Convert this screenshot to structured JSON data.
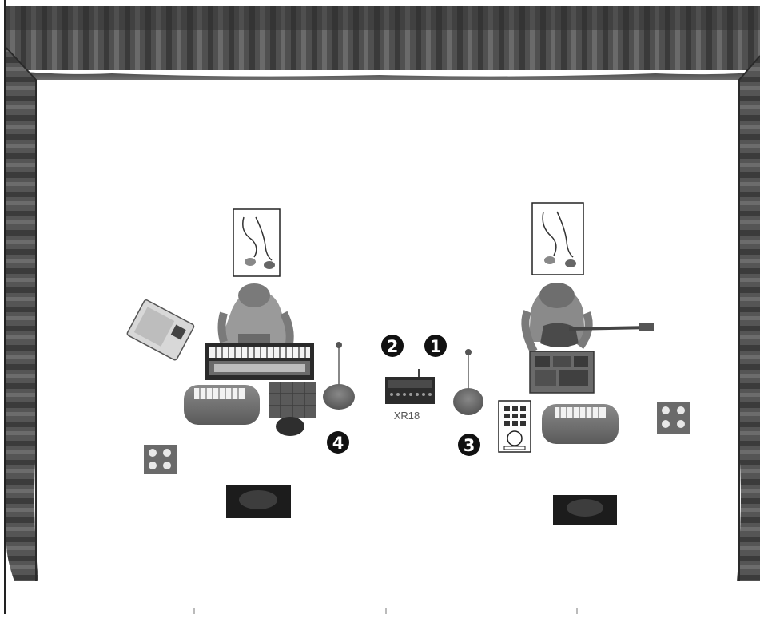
{
  "mixer": {
    "label": "XR18"
  },
  "channel_badges": [
    {
      "number": "2"
    },
    {
      "number": "1"
    },
    {
      "number": "3"
    },
    {
      "number": "4"
    }
  ]
}
